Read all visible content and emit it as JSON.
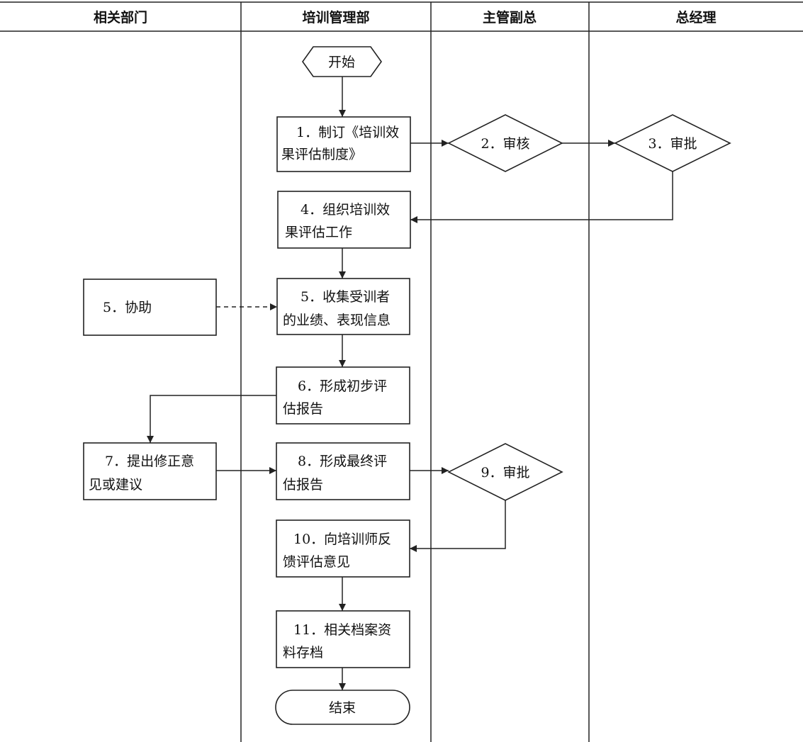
{
  "lanes": [
    "相关部门",
    "培训管理部",
    "主管副总",
    "总经理"
  ],
  "nodes": {
    "start": [
      "开始"
    ],
    "n1": [
      "1．制订《培训效",
      "果评估制度》"
    ],
    "n2": [
      "2．审核"
    ],
    "n3": [
      "3．审批"
    ],
    "n4": [
      "4．组织培训效",
      "果评估工作"
    ],
    "n5a": [
      "5．协助"
    ],
    "n5b": [
      "5．收集受训者",
      "的业绩、表现信息"
    ],
    "n6": [
      "6．形成初步评",
      "估报告"
    ],
    "n7": [
      "7．提出修正意",
      "见或建议"
    ],
    "n8": [
      "8．形成最终评",
      "估报告"
    ],
    "n9": [
      "9．审批"
    ],
    "n10": [
      "10．向培训师反",
      "馈评估意见"
    ],
    "n11": [
      "11．相关档案资",
      "料存档"
    ],
    "end": [
      "结束"
    ]
  }
}
